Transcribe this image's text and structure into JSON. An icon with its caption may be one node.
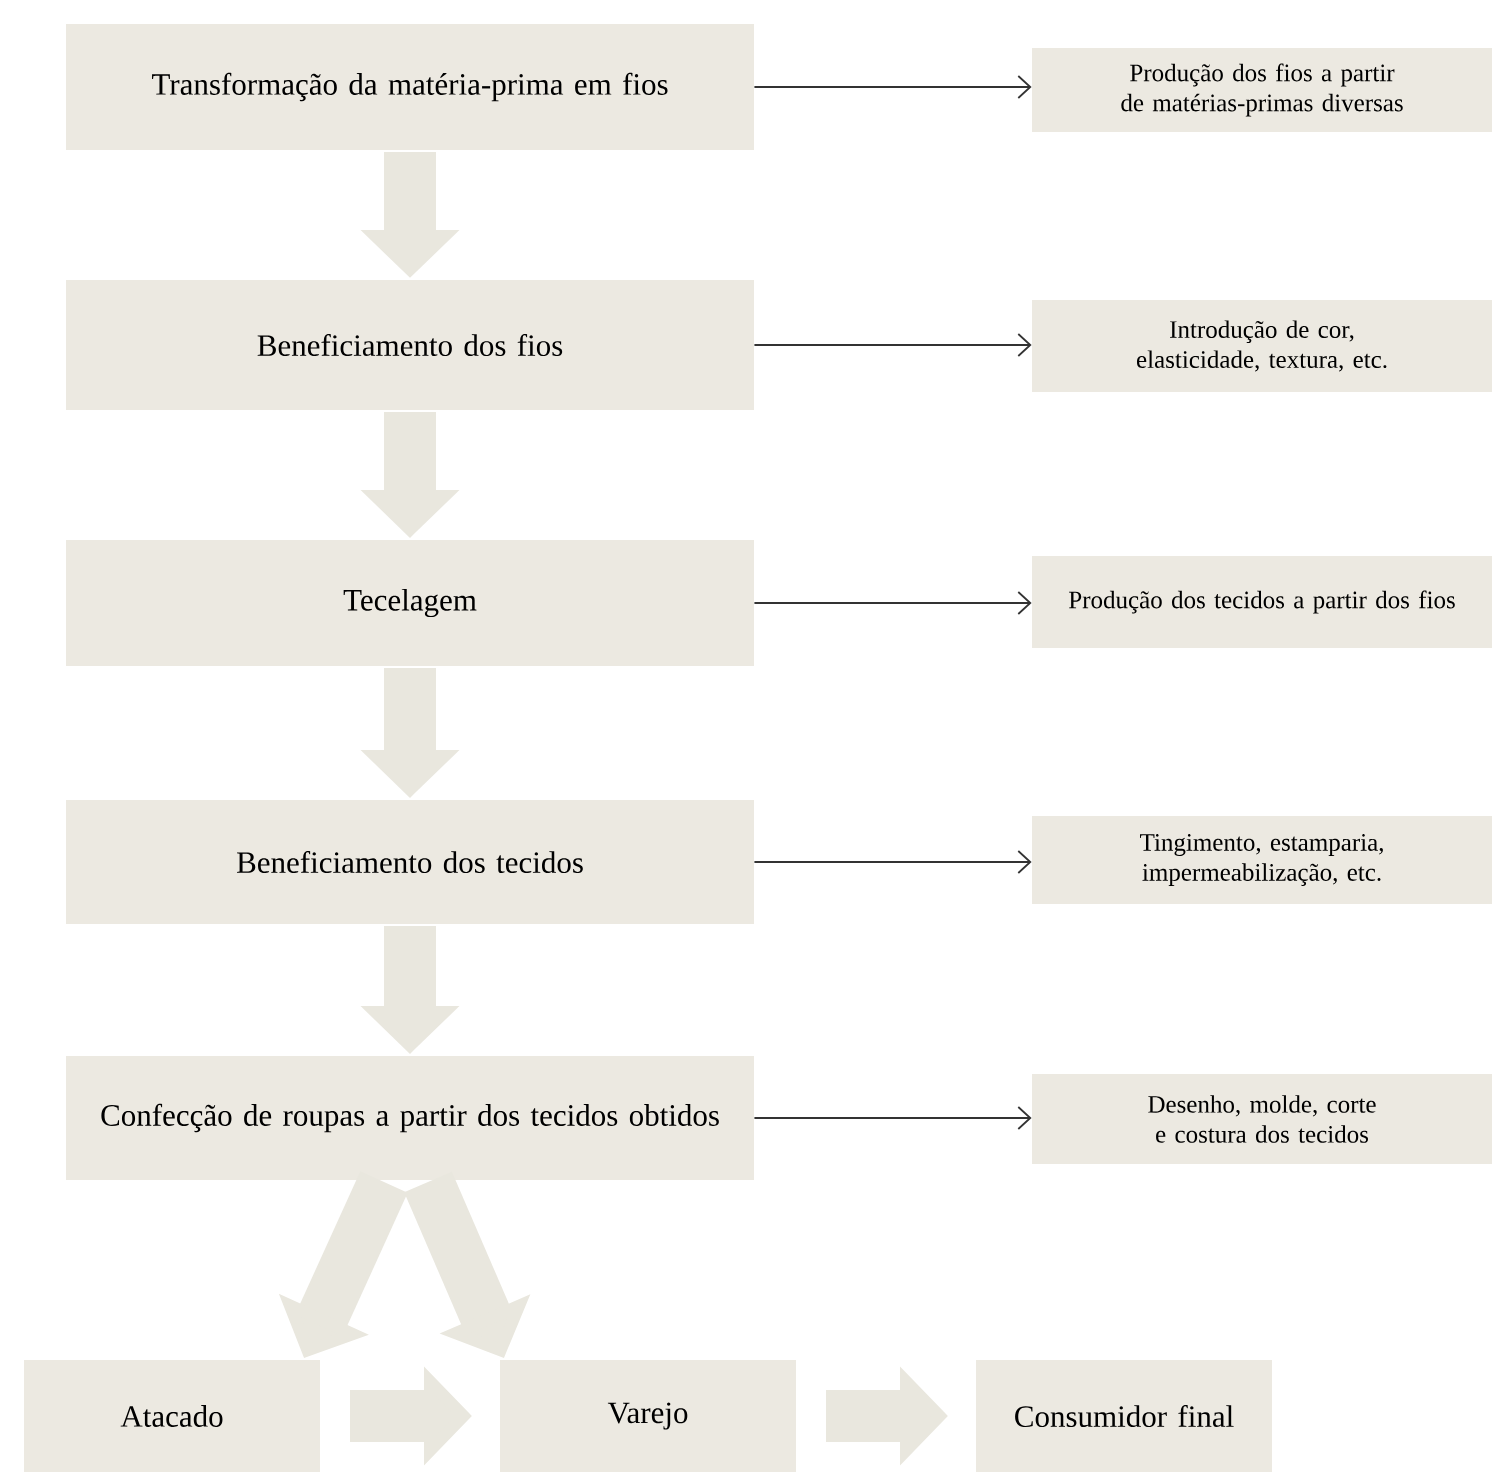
{
  "diagram": {
    "nodes": [
      {
        "text": [
          "Transformação da matéria-prima em fios"
        ]
      },
      {
        "text": [
          "Produção dos fios a partir de matérias-primas diversas"
        ]
      },
      {
        "text": [
          "Beneficiamento dos fios"
        ]
      },
      {
        "text": [
          "Introdução de cor, elasticidade, textura, etc."
        ]
      },
      {
        "text": [
          "Tecelagem"
        ]
      },
      {
        "text": [
          "Produção dos tecidos a partir dos fios"
        ]
      },
      {
        "text": [
          "Beneficiamento dos tecidos"
        ]
      },
      {
        "text": [
          "Tingimento, estamparia, impermeabilização, etc."
        ]
      },
      {
        "text": [
          "Confecção de roupas a partir dos tecidos obtidos"
        ]
      },
      {
        "text": [
          "Desenho, molde, corte e costura dos tecidos"
        ]
      },
      {
        "text": [
          "Atacado"
        ]
      },
      {
        "text": [
          "Varejo"
        ]
      },
      {
        "text": [
          "Consumidor final"
        ]
      }
    ],
    "edges": [
      {
        "from": 0,
        "to": 1,
        "arrow": "to",
        "color": "#333333"
      },
      {
        "from": 2,
        "to": 3,
        "arrow": "to",
        "color": "#333333"
      },
      {
        "from": 4,
        "to": 5,
        "arrow": "to",
        "color": "#333333"
      },
      {
        "from": 6,
        "to": 7,
        "arrow": "to",
        "color": "#333333"
      },
      {
        "from": 8,
        "to": 9,
        "arrow": "to",
        "color": "#333333"
      },
      {
        "from": 0,
        "to": 2,
        "arrow": "to"
      },
      {
        "from": 2,
        "to": 4,
        "arrow": "to"
      },
      {
        "from": 4,
        "to": 6,
        "arrow": "to"
      },
      {
        "from": 6,
        "to": 8,
        "arrow": "to"
      },
      {
        "from": 8,
        "to": 10,
        "arrow": "to"
      },
      {
        "from": 8,
        "to": 11,
        "arrow": "to"
      },
      {
        "from": 10,
        "to": 11,
        "arrow": "to"
      },
      {
        "from": 11,
        "to": 12,
        "arrow": "to"
      }
    ]
  }
}
